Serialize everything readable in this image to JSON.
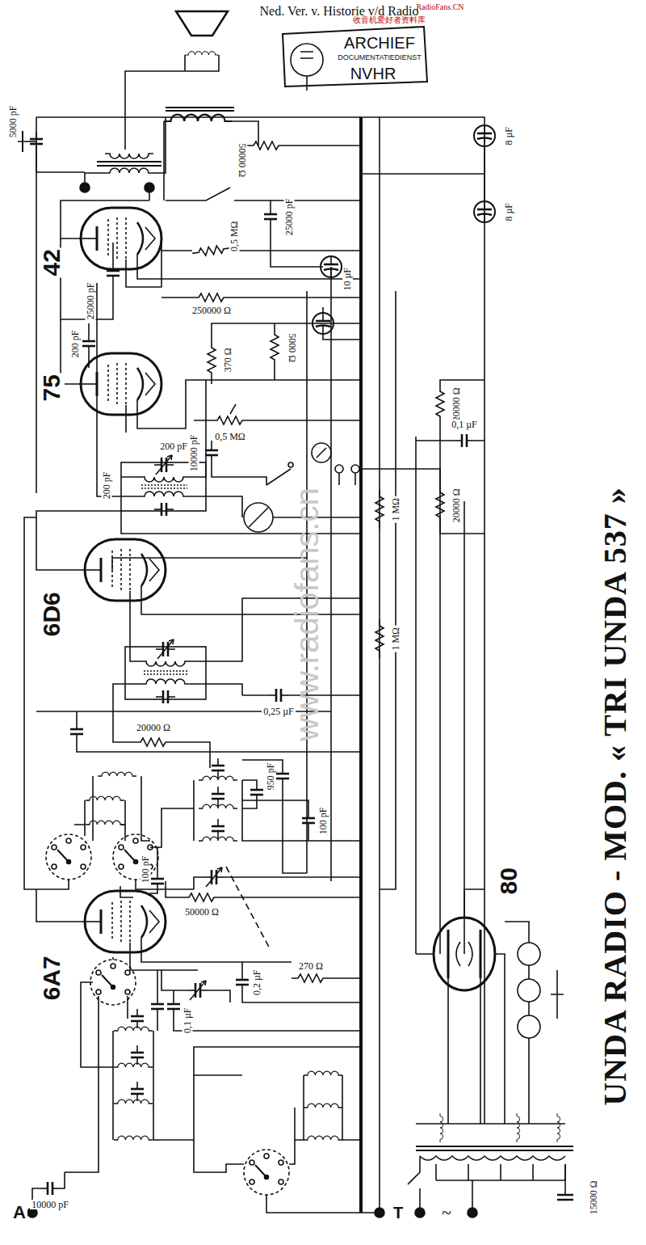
{
  "diagram": {
    "title": "UNDA RADIO - MOD. « TRI UNDA 537 »",
    "labels": [
      "Ned. Ver. v. Historie v/d Radio",
      "RadioFans.CN",
      "收音机爱好者资料库",
      "ARCHIEF",
      "DOCUMENTATIEDIENST",
      "NVHR",
      "5000 pF",
      "50000 Ω",
      "8 µF",
      "8 µF",
      "42",
      "0,5 MΩ",
      "25000 pF",
      "10 µF",
      "25000 pF",
      "250000 Ω",
      "75",
      "200 pF",
      "370 Ω",
      "5000 Ω",
      "0,5 MΩ",
      "10000 pF",
      "20000 Ω",
      "0,1 µF",
      "200 pF",
      "200 pF",
      "20000 Ω",
      "1 MΩ",
      "6D6",
      "1 MΩ",
      "0,25 µF",
      "20000 Ω",
      "950 pF",
      "100 pF",
      "100 pF",
      "50000 Ω",
      "80",
      "0,2 µF",
      "270 Ω",
      "0,1 µF",
      "6A7",
      "10000 pF",
      "15000 Ω",
      "A",
      "T",
      "~",
      "www.radiofans.cn"
    ]
  }
}
